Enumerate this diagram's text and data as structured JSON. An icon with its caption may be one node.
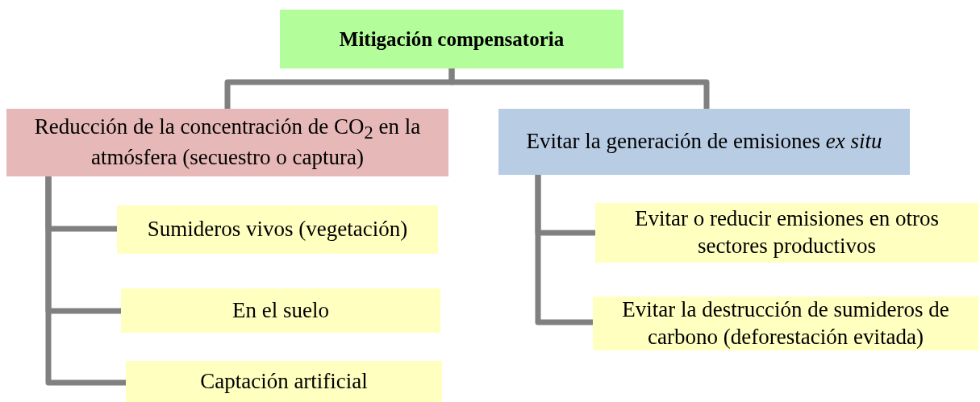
{
  "diagram": {
    "nodes": [
      {
        "text": [
          "Mitigación compensatoria"
        ]
      },
      {
        "text": [
          "Reducción de la concentración de CO$_{2}$ en la atmósfera (secuestro o captura)"
        ]
      },
      {
        "text": [
          "Evitar la generación de emisiones *ex situ*"
        ]
      },
      {
        "text": [
          "Sumideros vivos (vegetación)"
        ]
      },
      {
        "text": [
          "En el suelo"
        ]
      },
      {
        "text": [
          "Captación artificial"
        ]
      },
      {
        "text": [
          "Evitar o reducir emisiones en otros sectores productivos"
        ]
      },
      {
        "text": [
          "Evitar la destrucción de sumideros de carbono (deforestación evitada)"
        ]
      }
    ],
    "edges": [
      {
        "from": 0,
        "to": 1,
        "arrow": "none"
      },
      {
        "from": 0,
        "to": 2,
        "arrow": "none"
      },
      {
        "from": 1,
        "to": 3,
        "arrow": "none"
      },
      {
        "from": 1,
        "to": 4,
        "arrow": "none"
      },
      {
        "from": 1,
        "to": 5,
        "arrow": "none"
      },
      {
        "from": 2,
        "to": 6,
        "arrow": "none"
      },
      {
        "from": 2,
        "to": 7,
        "arrow": "none"
      }
    ]
  }
}
